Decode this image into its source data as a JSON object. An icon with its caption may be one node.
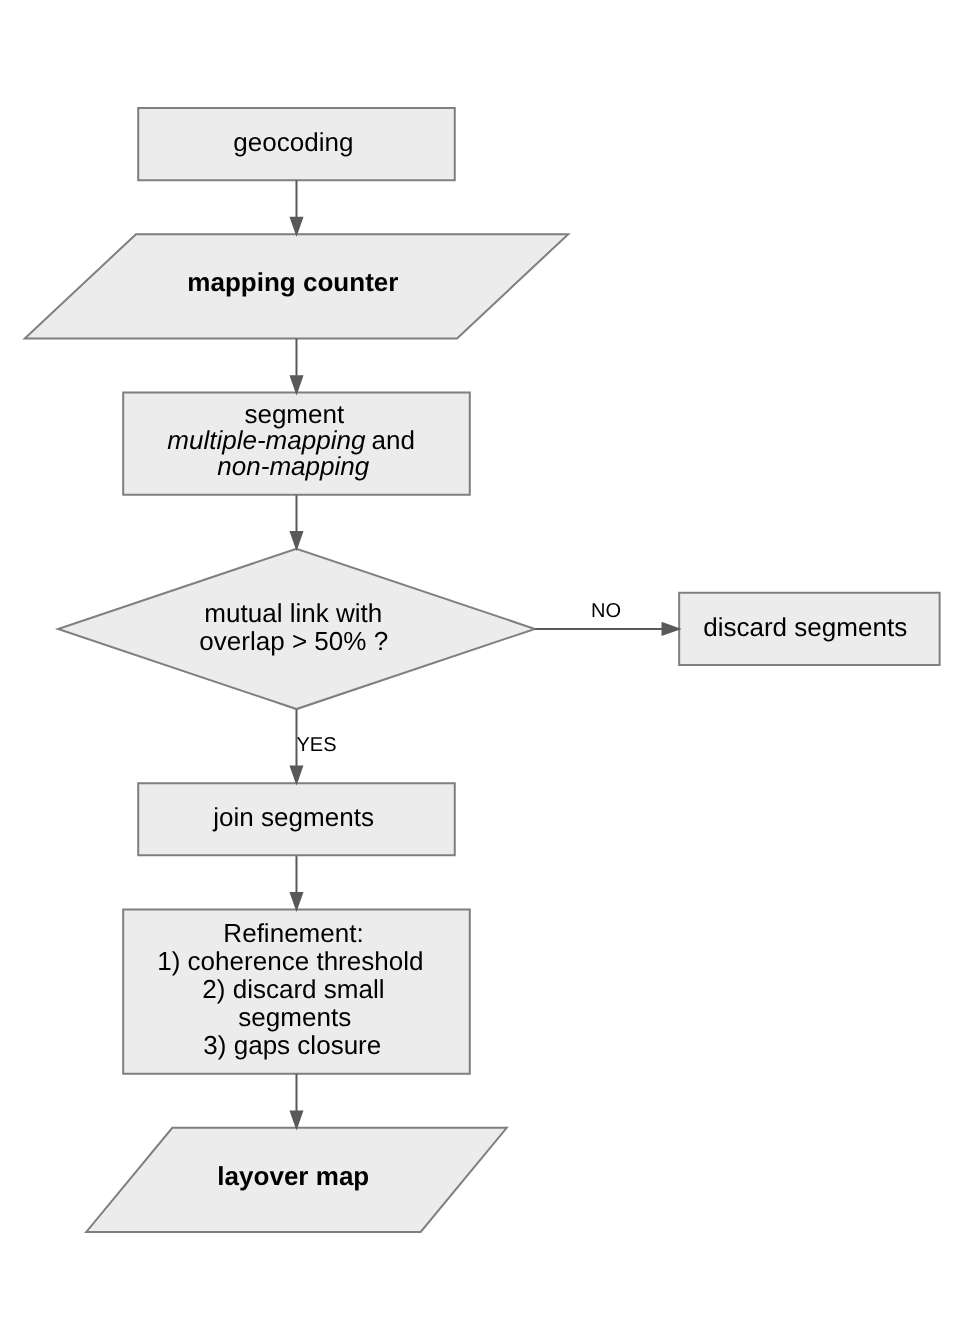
{
  "diagram": {
    "nodes": [
      {
        "text": [
          "geocoding"
        ]
      },
      {
        "text": [
          "mapping counter"
        ]
      },
      {
        "text": [
          "segment *multiple-mapping* and *non-mapping*"
        ]
      },
      {
        "text": [
          "mutual link with overlap > 50% ?"
        ]
      },
      {
        "text": [
          "discard segments"
        ]
      },
      {
        "text": [
          "join segments"
        ]
      },
      {
        "text": [
          "Refinement:",
          "1) coherence threshold",
          "2) discard small segments",
          "3) gaps closure"
        ]
      },
      {
        "text": [
          "layover map"
        ]
      }
    ],
    "edges": [
      {
        "from": 0,
        "to": 1,
        "arrow": "to"
      },
      {
        "from": 1,
        "to": 2,
        "arrow": "to"
      },
      {
        "from": 2,
        "to": 3,
        "arrow": "to"
      },
      {
        "from": 3,
        "to": 4,
        "arrow": "to",
        "label": "NO"
      },
      {
        "from": 3,
        "to": 5,
        "arrow": "to",
        "label": "YES"
      },
      {
        "from": 5,
        "to": 6,
        "arrow": "to"
      },
      {
        "from": 6,
        "to": 7,
        "arrow": "to"
      }
    ]
  }
}
